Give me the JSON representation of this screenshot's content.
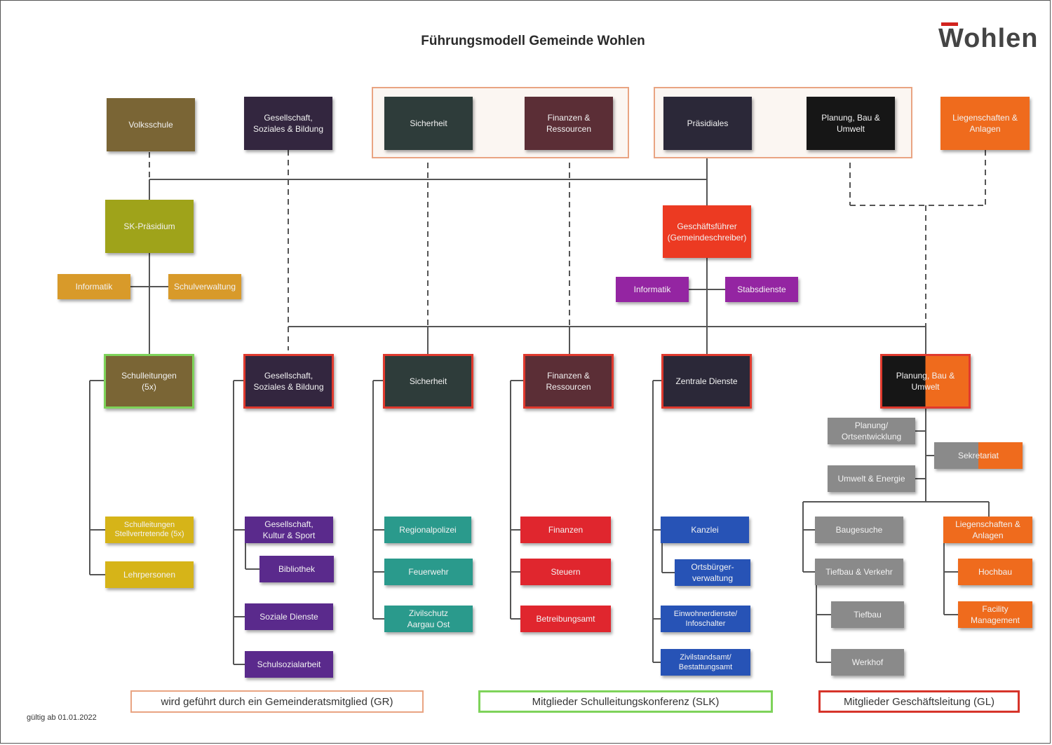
{
  "title": "Führungsmodell Gemeinde Wohlen",
  "logo": "Wohlen",
  "valid_from": "gültig ab 01.01.2022",
  "colors": {
    "volksschule": "#7a6535",
    "gesellschaft": "#33263f",
    "sicherheit": "#2e3c3a",
    "finanzen": "#5b2e36",
    "praesidiales": "#2b2838",
    "planung": "#161616",
    "liegenschaften": "#ef6b1d",
    "skpraesidium": "#9fa31a",
    "schule_orange": "#d89a2a",
    "geschaeftsfuehrer": "#ec3a22",
    "violett": "#9425a2",
    "purple": "#5a2a8c",
    "teal": "#2a9a8c",
    "rot": "#e0262e",
    "blau": "#2753b6",
    "grau": "#8a8a8a",
    "gelb": "#d6b418",
    "legend_gr": "#e9a482",
    "legend_slk": "#7ed35a",
    "legend_gl": "#d6342a"
  },
  "top": {
    "volksschule": "Volksschule",
    "gesellschaft": "Gesellschaft,\nSoziales & Bildung",
    "sicherheit": "Sicherheit",
    "finanzen": "Finanzen &\nRessourcen",
    "praesidiales": "Präsidiales",
    "planung": "Planung, Bau &\nUmwelt",
    "liegenschaften": "Liegenschaften &\nAnlagen"
  },
  "middle": {
    "sk_praesidium": "SK-Präsidium",
    "informatik_schule": "Informatik",
    "schulverwaltung": "Schulverwaltung",
    "geschaeftsfuehrer": "Geschäftsführer\n(Gemeindeschreiber)",
    "informatik": "Informatik",
    "stabsdienste": "Stabsdienste"
  },
  "departments": {
    "schulleitungen": "Schulleitungen\n(5x)",
    "gesellschaft": "Gesellschaft,\nSoziales & Bildung",
    "sicherheit": "Sicherheit",
    "finanzen": "Finanzen &\nRessourcen",
    "zentrale": "Zentrale Dienste",
    "planung": "Planung, Bau &\nUmwelt"
  },
  "units": {
    "schulleitungen_stellvertr": "Schulleitungen\nStellvertretende (5x)",
    "lehrpersonen": "Lehrpersonen",
    "gesellschaft_kultur": "Gesellschaft,\nKultur & Sport",
    "bibliothek": "Bibliothek",
    "soziale_dienste": "Soziale Dienste",
    "schulsozialarbeit": "Schulsozialarbeit",
    "regionalpolizei": "Regionalpolizei",
    "feuerwehr": "Feuerwehr",
    "zivilschutz": "Zivilschutz\nAargau Ost",
    "finanzen": "Finanzen",
    "steuern": "Steuern",
    "betreibungsamt": "Betreibungsamt",
    "kanzlei": "Kanzlei",
    "ortsbuerger": "Ortsbürger-\nverwaltung",
    "einwohnerdienste": "Einwohnerdienste/\nInfoschalter",
    "zivilstandsamt": "Zivilstandsamt/\nBestattungsamt",
    "planung_ortsentwicklung": "Planung/\nOrtsentwicklung",
    "sekretariat": "Sekretariat",
    "umwelt_energie": "Umwelt & Energie",
    "baugesuche": "Baugesuche",
    "tiefbau_verkehr": "Tiefbau & Verkehr",
    "tiefbau": "Tiefbau",
    "werkhof": "Werkhof",
    "liegenschaften_anlagen": "Liegenschaften &\nAnlagen",
    "hochbau": "Hochbau",
    "facility": "Facility\nManagement"
  },
  "legend": {
    "gr": "wird geführt durch ein Gemeinderatsmitglied (GR)",
    "slk": "Mitglieder Schulleitungskonferenz (SLK)",
    "gl": "Mitglieder Geschäftsleitung (GL)"
  }
}
